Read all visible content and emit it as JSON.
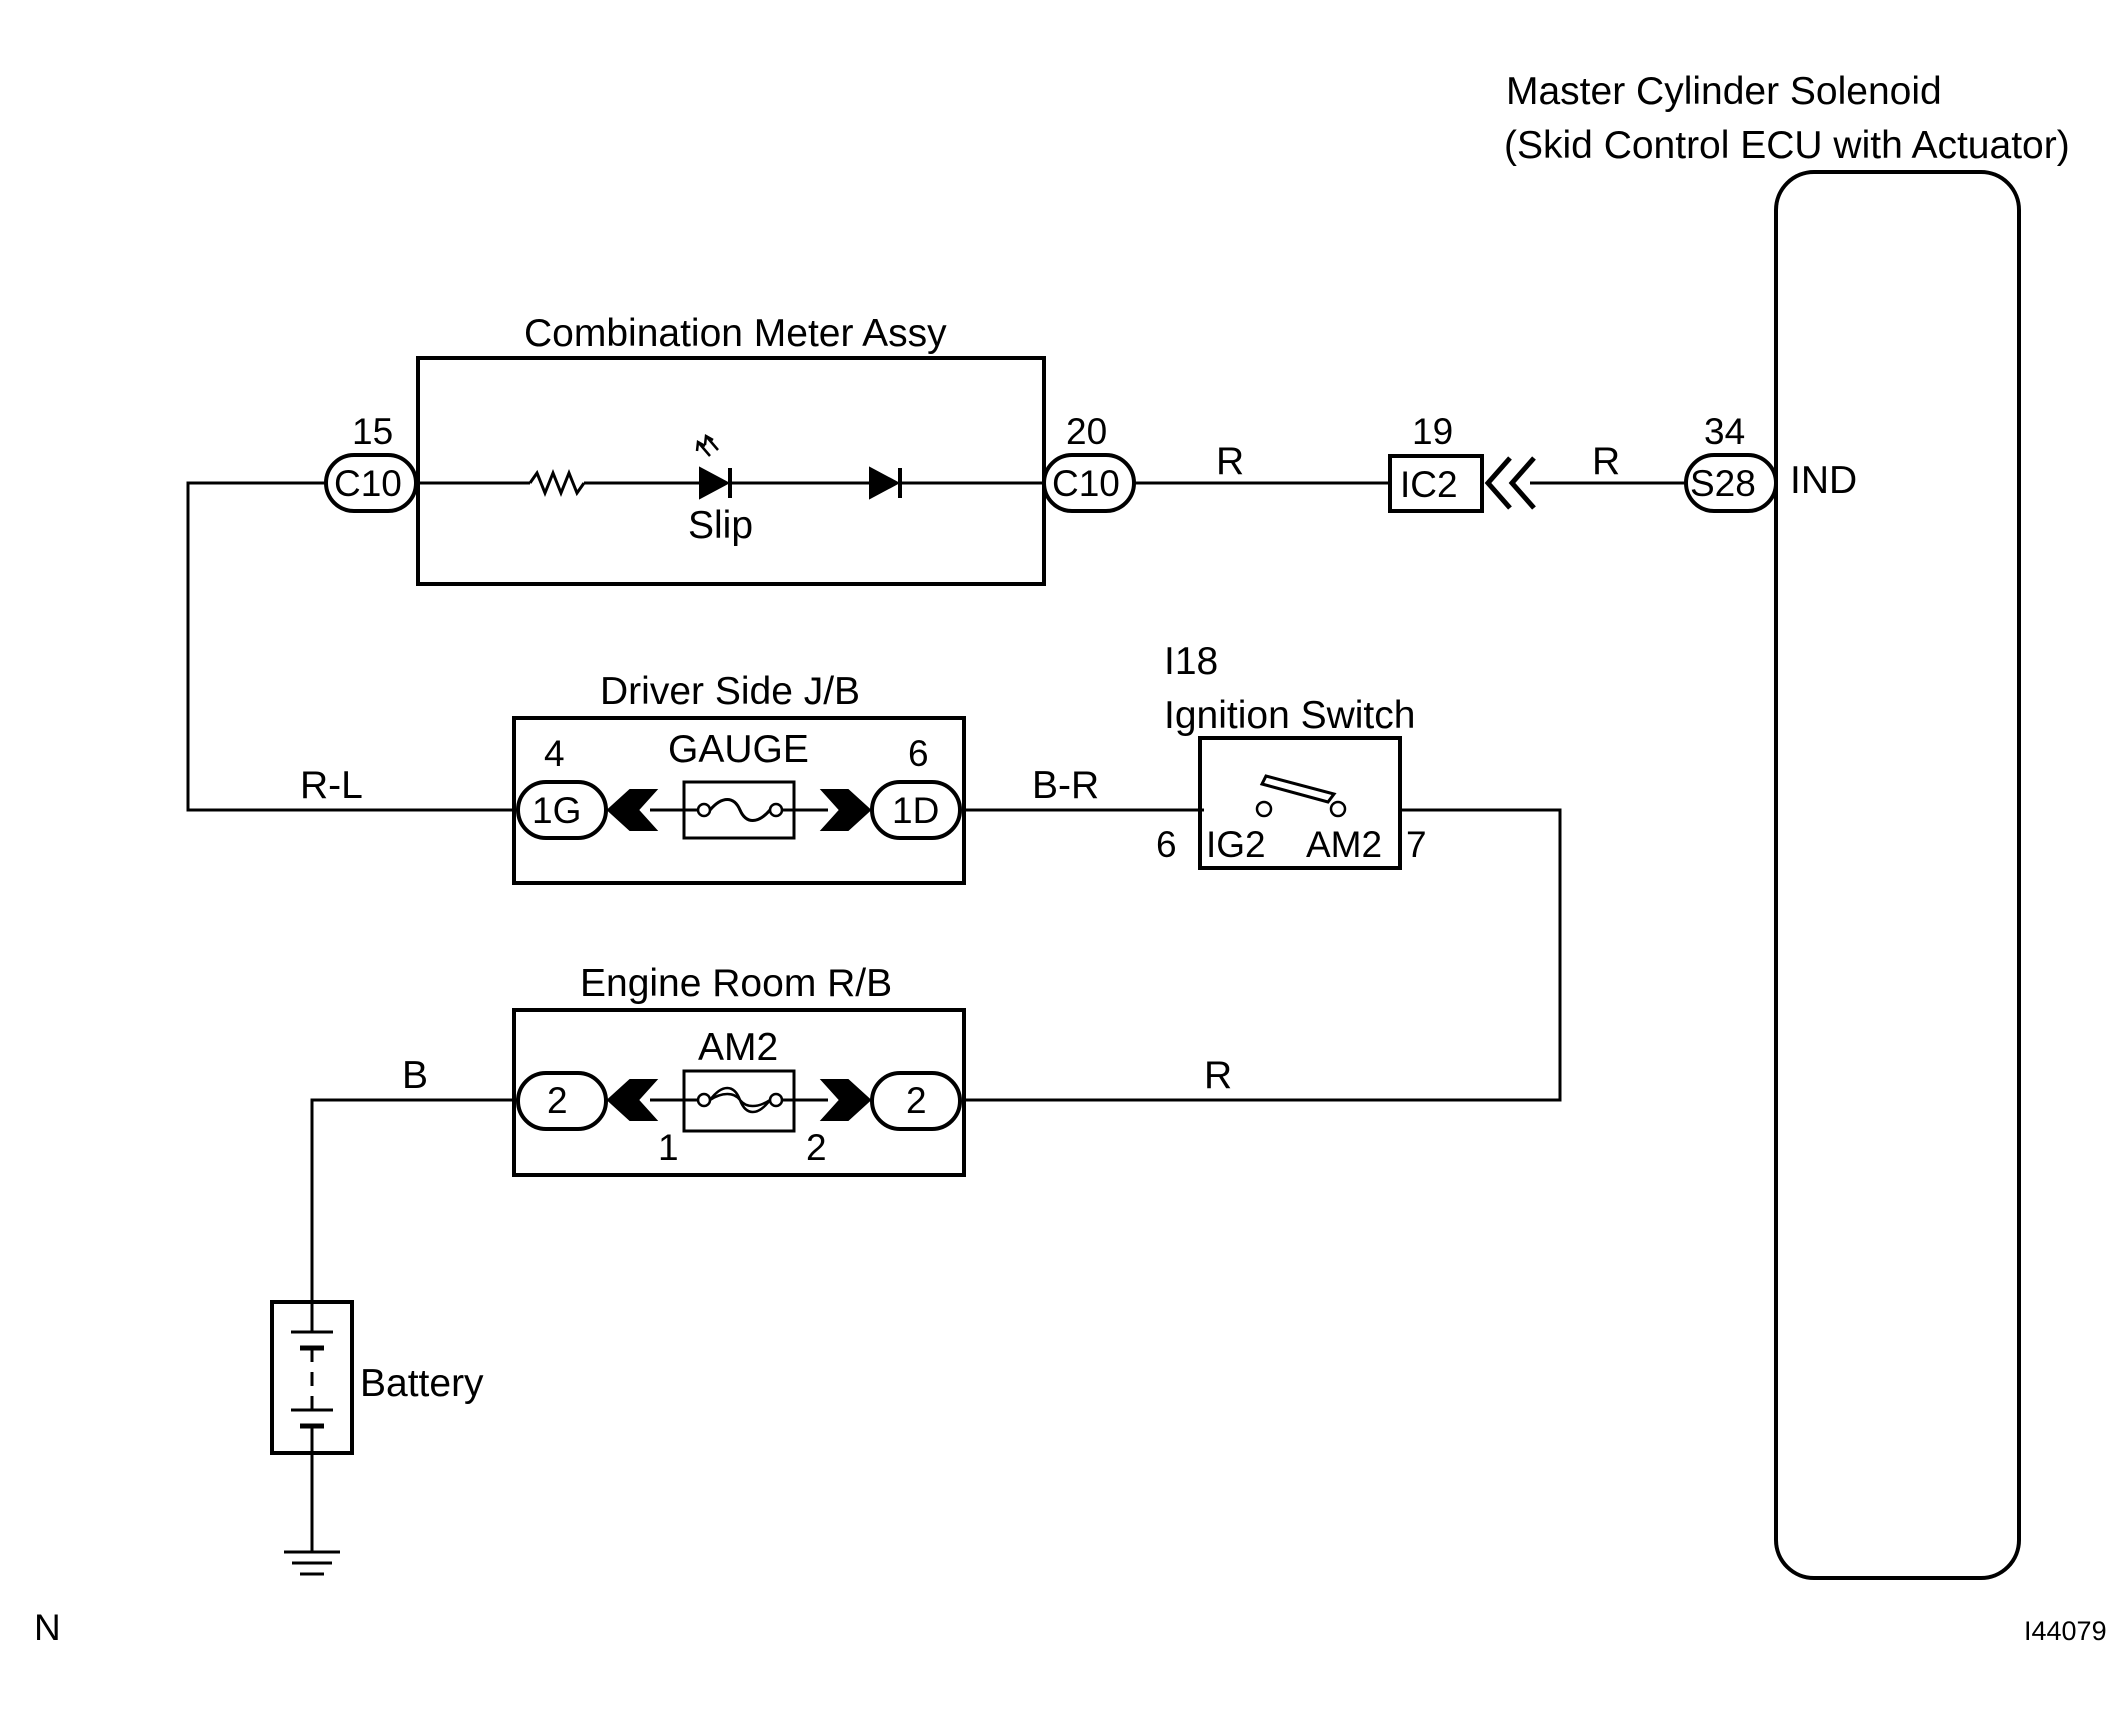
{
  "components": {
    "master_cylinder": {
      "title": "Master Cylinder Solenoid",
      "subtitle": "(Skid Control ECU with Actuator)",
      "terminal": "IND"
    },
    "combination_meter": {
      "title": "Combination Meter Assy",
      "indicator": "Slip"
    },
    "driver_jb": {
      "title": "Driver Side J/B",
      "fuse": "GAUGE"
    },
    "ignition_switch": {
      "code": "I18",
      "title": "Ignition Switch",
      "terminal_left": "IG2",
      "terminal_right": "AM2",
      "pin_left": "6",
      "pin_right": "7"
    },
    "engine_room_rb": {
      "title": "Engine Room R/B",
      "fuse": "AM2",
      "fuse_pin_left": "1",
      "fuse_pin_right": "2"
    },
    "battery": {
      "title": "Battery"
    }
  },
  "connectors": {
    "c10_left": {
      "code": "C10",
      "pin": "15"
    },
    "c10_right": {
      "code": "C10",
      "pin": "20"
    },
    "ic2": {
      "code": "IC2",
      "pin": "19"
    },
    "s28": {
      "code": "S28",
      "pin": "34"
    },
    "jb_1g": {
      "code": "1G",
      "pin": "4"
    },
    "jb_1d": {
      "code": "1D",
      "pin": "6"
    },
    "rb_left": {
      "code": "2"
    },
    "rb_right": {
      "code": "2"
    }
  },
  "wires": {
    "meter_to_ic2": "R",
    "ic2_to_s28": "R",
    "meter_to_jb": "R-L",
    "jb_to_switch": "B-R",
    "battery_to_rb": "B",
    "rb_to_switch": "R"
  },
  "footer": {
    "corner_letter": "N",
    "figure_id": "I44079"
  }
}
